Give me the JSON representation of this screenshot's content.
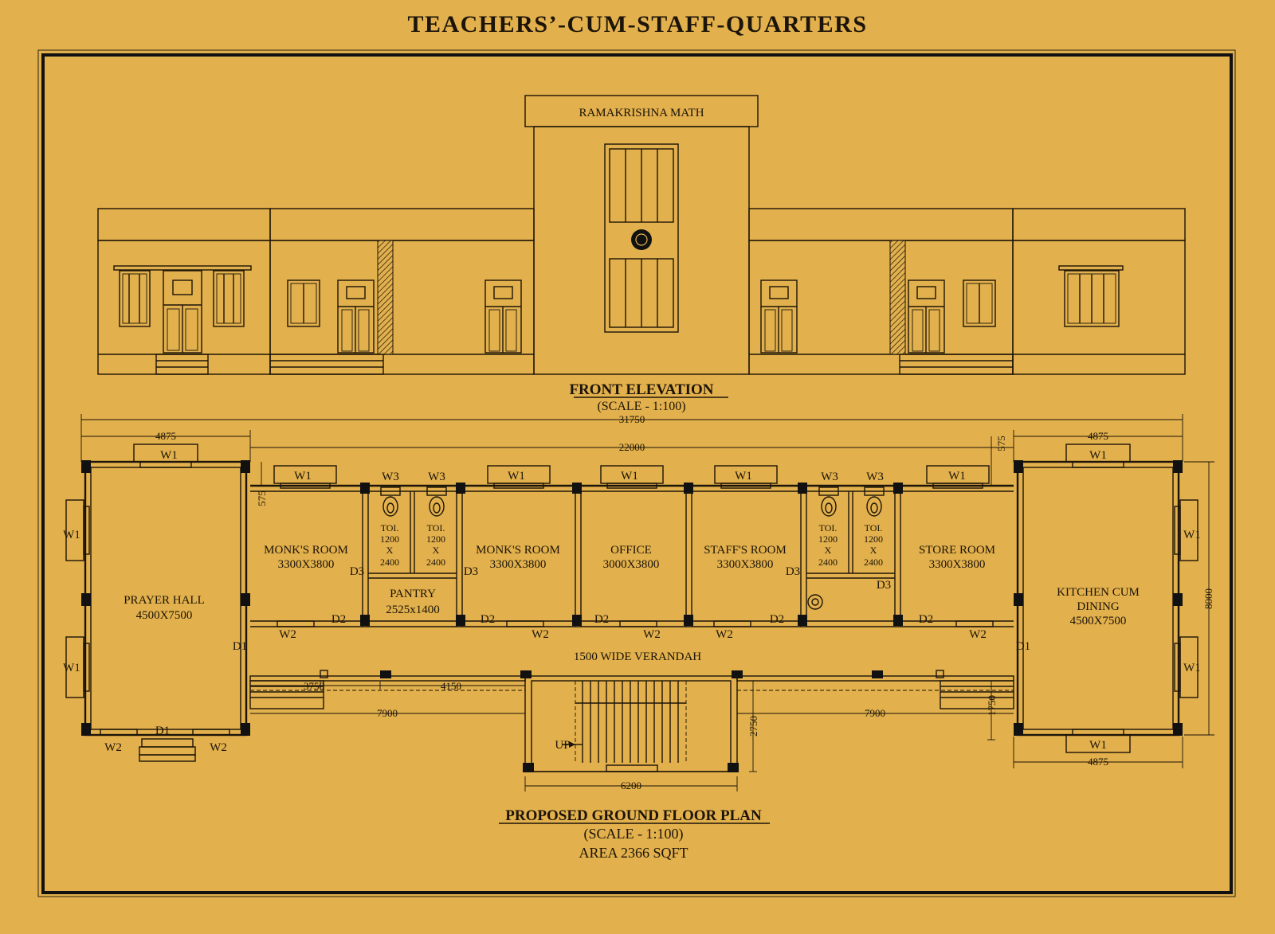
{
  "title": "TEACHERS’-CUM-STAFF-QUARTERS",
  "elevation": {
    "sign": "RAMAKRISHNA MATH",
    "title": "FRONT ELEVATION",
    "scale": "(SCALE - 1:100)"
  },
  "plan": {
    "title": "PROPOSED GROUND FLOOR PLAN",
    "scale": "(SCALE - 1:100)",
    "area": "AREA 2366 SQFT",
    "rooms": {
      "prayer_hall_name": "PRAYER HALL",
      "prayer_hall_size": "4500X7500",
      "monk1_name": "MONK'S ROOM",
      "monk1_size": "3300X3800",
      "pantry_name": "PANTRY",
      "pantry_size": "2525x1400",
      "monk2_name": "MONK'S ROOM",
      "monk2_size": "3300X3800",
      "office_name": "OFFICE",
      "office_size": "3000X3800",
      "staff_name": "STAFF'S ROOM",
      "staff_size": "3300X3800",
      "store_name": "STORE ROOM",
      "store_size": "3300X3800",
      "kitchen_name1": "KITCHEN CUM",
      "kitchen_name2": "DINING",
      "kitchen_size": "4500X7500",
      "verandah": "1500 WIDE  VERANDAH",
      "toilet": [
        "TOI.",
        "1200",
        "X",
        "2400"
      ]
    },
    "dimensions": {
      "overall": "31750",
      "middle": "22000",
      "left_wing": "4875",
      "right_wing": "4875",
      "right_wing_bottom": "4875",
      "depth": "8000",
      "d575_left": "575",
      "d575_right": "575",
      "d3750": "3750",
      "d4150": "4150",
      "d7900_left": "7900",
      "d7900_right": "7900",
      "d2750": "2750",
      "d1750": "1750",
      "d6200": "6200"
    },
    "labels": {
      "w1": "W1",
      "w2": "W2",
      "w3": "W3",
      "d1": "D1",
      "d2": "D2",
      "d3": "D3",
      "up": "UP"
    }
  },
  "colors": {
    "background": "#e2b04c",
    "ink": "#1c1409"
  }
}
